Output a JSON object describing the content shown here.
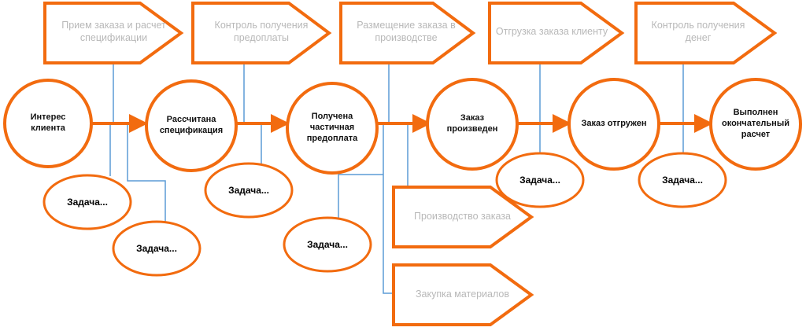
{
  "colors": {
    "accent": "#f26b0f",
    "connector": "#5b9bd5",
    "process_text": "#b8b8b8"
  },
  "stages": [
    {
      "label": "Интерес клиента"
    },
    {
      "label": "Рассчитана спецификация"
    },
    {
      "label": "Получена частичная предоплата"
    },
    {
      "label": "Заказ произведен"
    },
    {
      "label": "Заказ отгружен"
    },
    {
      "label": "Выполнен окончательный расчет"
    }
  ],
  "processes": [
    {
      "label": "Прием заказа и расчет спецификации"
    },
    {
      "label": "Контроль получения предоплаты"
    },
    {
      "label": "Размещение заказа в производстве"
    },
    {
      "label": "Отгрузка заказа клиенту"
    },
    {
      "label": "Контроль получения денег"
    },
    {
      "label": "Производство заказа"
    },
    {
      "label": "Закупка материалов"
    }
  ],
  "tasks": [
    {
      "label": "Задача..."
    },
    {
      "label": "Задача..."
    },
    {
      "label": "Задача..."
    },
    {
      "label": "Задача..."
    },
    {
      "label": "Задача..."
    },
    {
      "label": "Задача..."
    }
  ]
}
